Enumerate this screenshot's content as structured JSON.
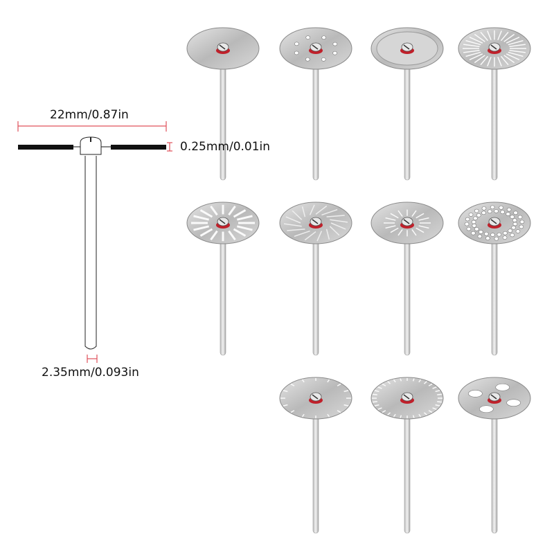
{
  "dimensions": {
    "diameter": "22mm/0.87in",
    "thickness": "0.25mm/0.01in",
    "shank": "2.35mm/0.093in"
  },
  "colors": {
    "dimension_line": "#e0505a",
    "disc": "#c9c9c9",
    "ring": "#c0202a"
  },
  "discs": [
    {
      "pattern": "solid"
    },
    {
      "pattern": "holes"
    },
    {
      "pattern": "smooth-rim"
    },
    {
      "pattern": "radial-fine"
    },
    {
      "pattern": "radial-slots"
    },
    {
      "pattern": "swirl"
    },
    {
      "pattern": "slots-inner"
    },
    {
      "pattern": "perforated"
    },
    {
      "pattern": "serrated"
    },
    {
      "pattern": "toothed"
    },
    {
      "pattern": "petal-holes"
    }
  ]
}
